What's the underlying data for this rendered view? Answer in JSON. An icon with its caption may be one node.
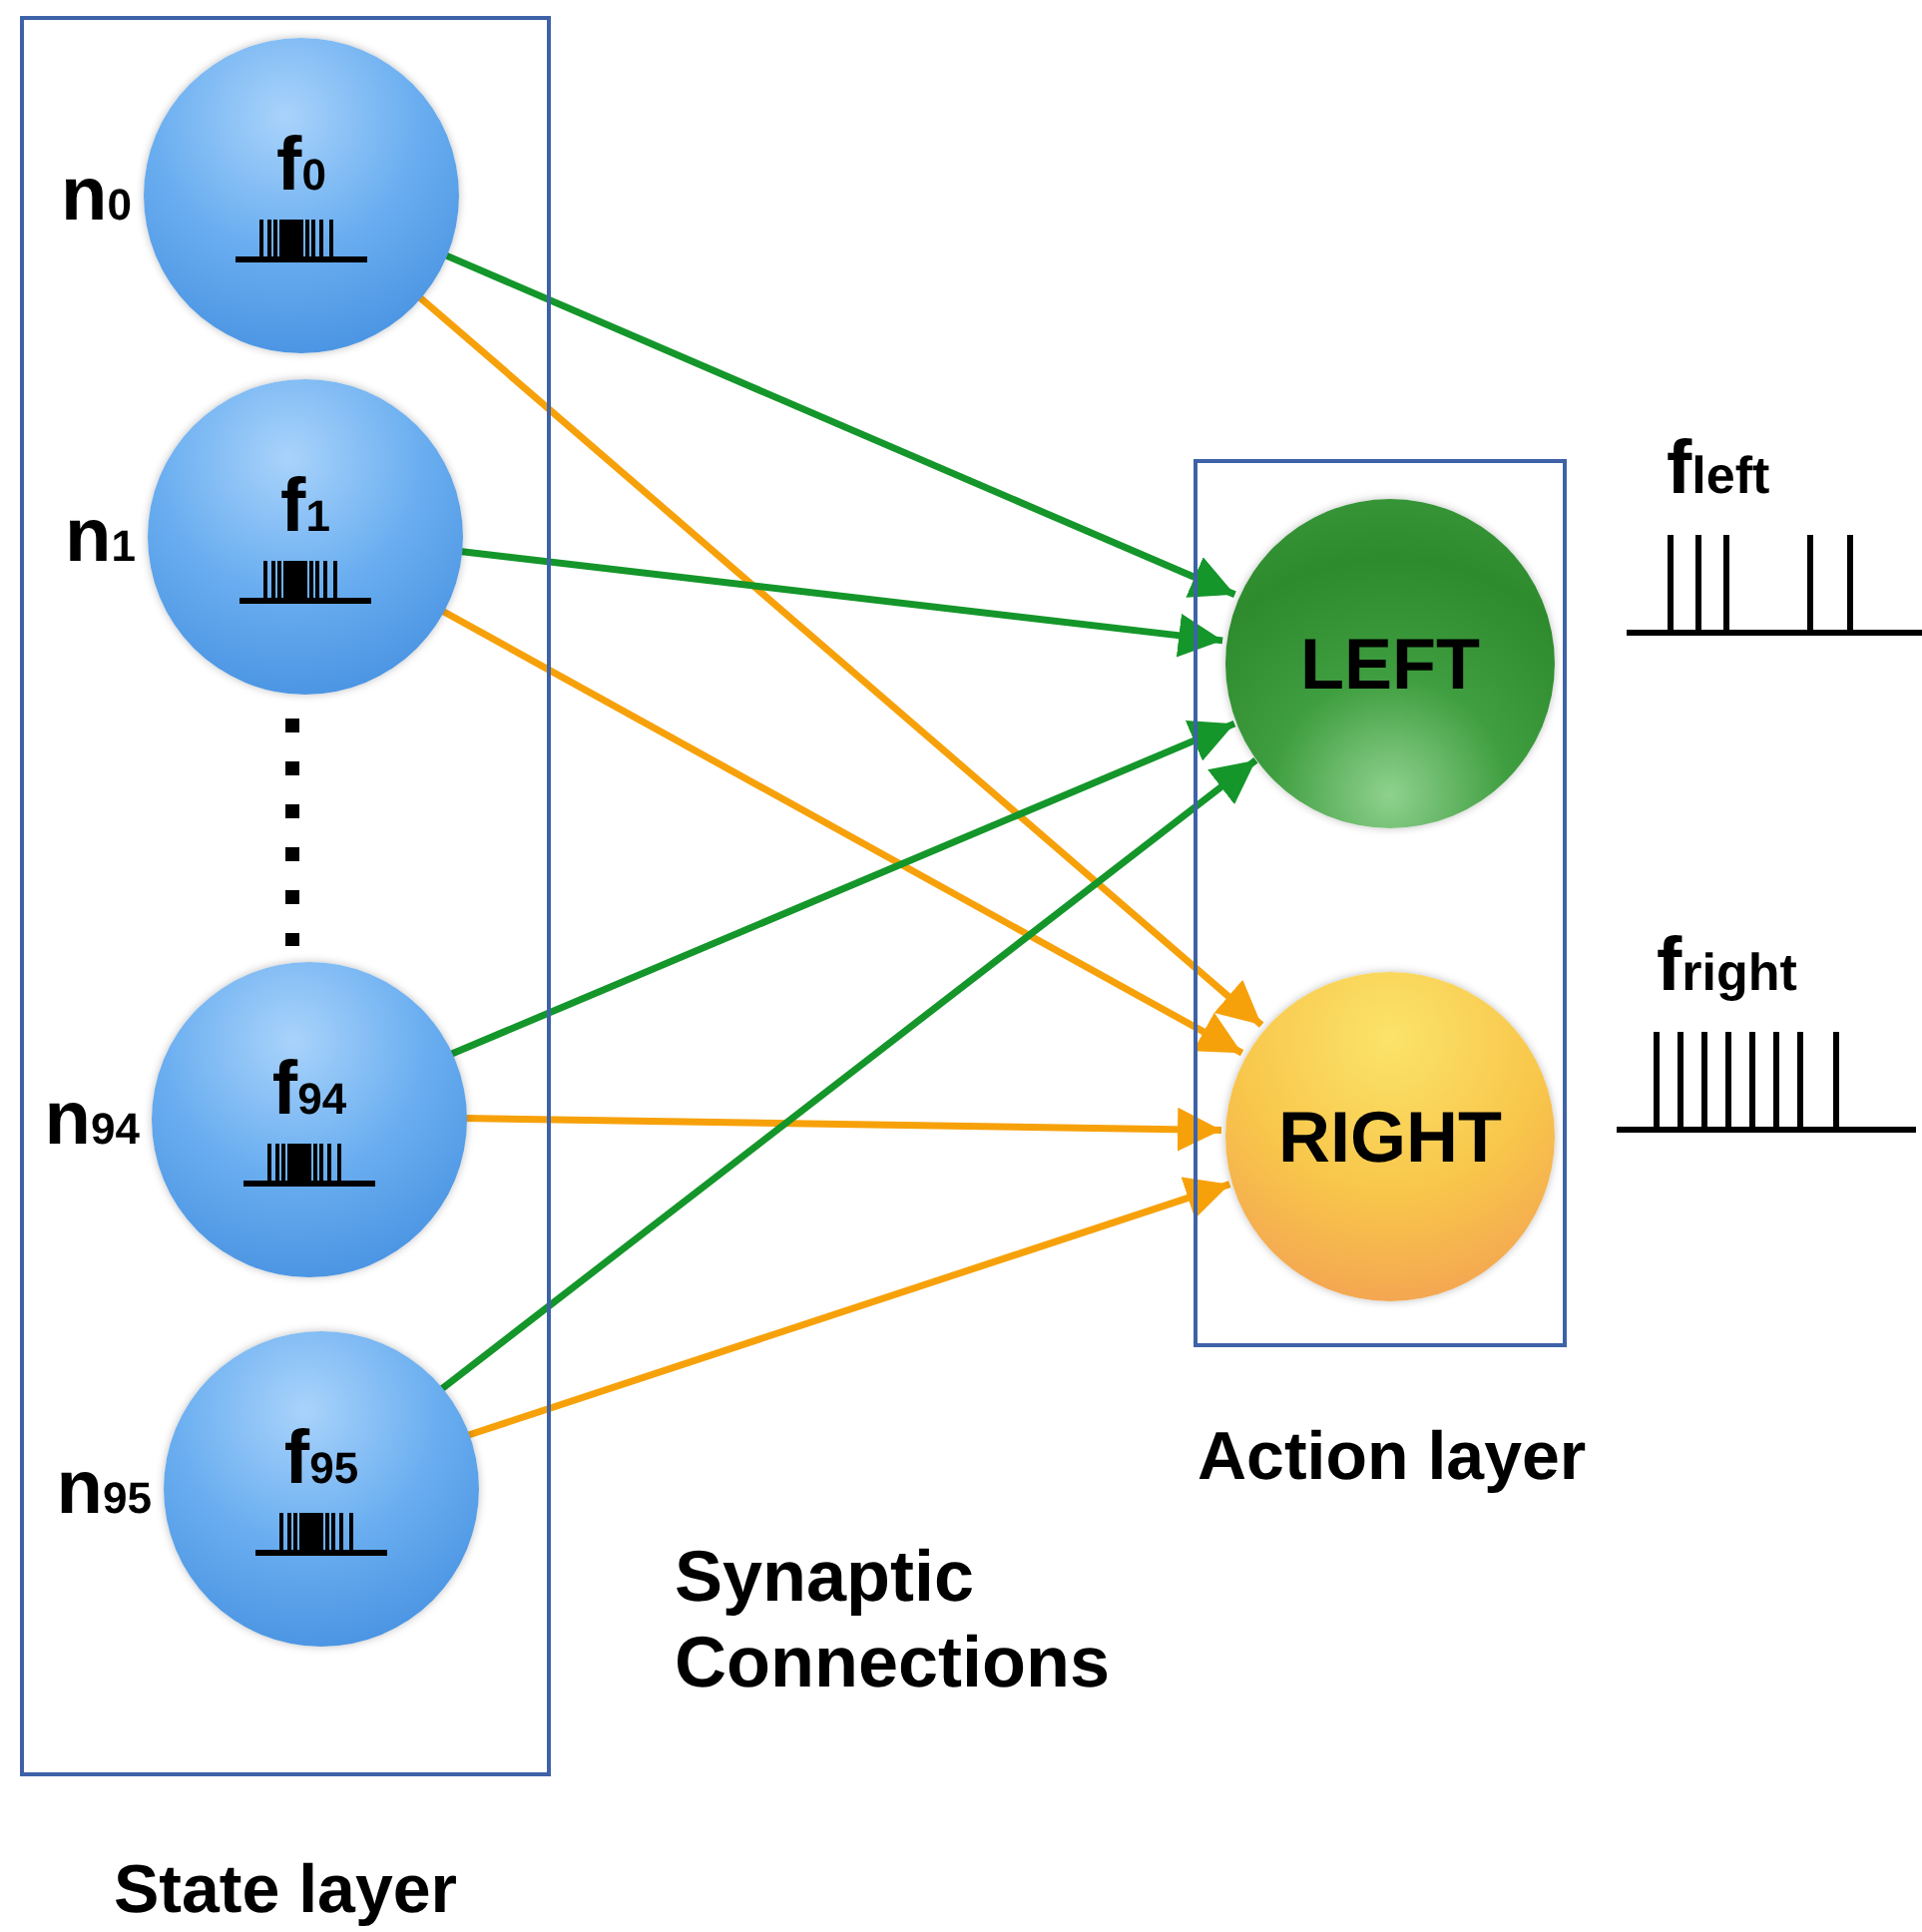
{
  "diagram": {
    "nodes": [
      {
        "text": [
          "State layer"
        ]
      },
      {
        "text": [
          "f$_{0}$"
        ],
        "beside": [
          "n$_{0}$"
        ],
        "in": 0
      },
      {
        "text": [
          "f$_{1}$"
        ],
        "beside": [
          "n$_{1}$"
        ],
        "in": 0
      },
      {
        "text": [
          "f$_{94}$"
        ],
        "beside": [
          "n$_{94}$"
        ],
        "in": 0
      },
      {
        "text": [
          "f$_{95}$"
        ],
        "beside": [
          "n$_{95}$"
        ],
        "in": 0
      },
      {
        "text": [
          "Action layer"
        ]
      },
      {
        "text": [
          "LEFT"
        ],
        "beside": [
          "f$_{left}$"
        ],
        "in": 5
      },
      {
        "text": [
          "RIGHT"
        ],
        "beside": [
          "f$_{right}$"
        ],
        "in": 5
      }
    ],
    "edges": [
      {
        "from": 1,
        "to": 6,
        "arrow": "to",
        "color": "#14962a"
      },
      {
        "from": 1,
        "to": 7,
        "arrow": "to",
        "color": "#f7a10a"
      },
      {
        "from": 2,
        "to": 6,
        "arrow": "to",
        "color": "#14962a"
      },
      {
        "from": 2,
        "to": 7,
        "arrow": "to",
        "color": "#f7a10a"
      },
      {
        "from": 3,
        "to": 6,
        "arrow": "to",
        "color": "#14962a"
      },
      {
        "from": 3,
        "to": 7,
        "arrow": "to",
        "color": "#f7a10a"
      },
      {
        "from": 4,
        "to": 6,
        "arrow": "to",
        "color": "#14962a"
      },
      {
        "from": 4,
        "to": 7,
        "arrow": "to",
        "color": "#f7a10a"
      }
    ],
    "labels": [
      "Synaptic Connections"
    ]
  }
}
